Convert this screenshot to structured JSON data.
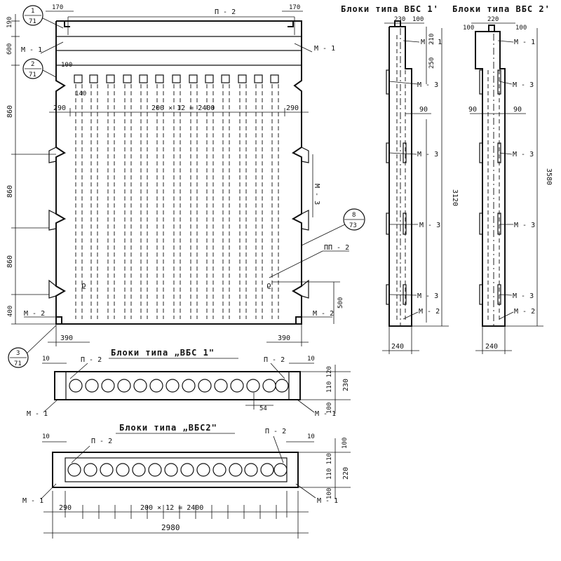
{
  "front_view": {
    "dims_top": [
      "170",
      "170"
    ],
    "top_label": "П - 2",
    "left_dims": [
      "190",
      "600",
      "860",
      "860",
      "860",
      "400"
    ],
    "row_dims": [
      "290",
      "200 × 12 = 2400",
      "290"
    ],
    "small_dim": "140",
    "mini_dim": "100",
    "callouts": [
      {
        "num": "1",
        "den": "71"
      },
      {
        "num": "2",
        "den": "71"
      },
      {
        "num": "3",
        "den": "71"
      },
      {
        "num": "8",
        "den": "73"
      }
    ],
    "labels": {
      "m1_left": "М - 1",
      "m1_right": "М - 1",
      "m2_left": "М - 2",
      "m2_right": "М - 2",
      "m3": "М - 3",
      "pp2": "ПП - 2",
      "dim_500": "500"
    },
    "bottom_dims": [
      "390",
      "390"
    ]
  },
  "side_views": {
    "vbs1": {
      "title": "Блоки типа ВБС 1'",
      "dims_top": [
        "230",
        "100"
      ],
      "dims_side": [
        "210",
        "250"
      ],
      "inner_dims": [
        "90"
      ],
      "height": "3120",
      "bottom": "240",
      "labels": [
        "М - 1",
        "М - 3",
        "М - 3",
        "М - 3",
        "М - 3",
        "М - 2"
      ]
    },
    "vbs2": {
      "title": "Блоки типа ВБС 2'",
      "dims_top": [
        "100",
        "220",
        "100"
      ],
      "inner_dims": [
        "90",
        "90"
      ],
      "height": "3580",
      "bottom": "240",
      "labels": [
        "М - 1",
        "М - 3",
        "М - 3",
        "М - 3",
        "М - 3",
        "М - 2"
      ]
    }
  },
  "plan_vbs1": {
    "title": "Блоки типа „ВБС 1\"",
    "labels": {
      "p2_left": "П - 2",
      "p2_right": "П - 2",
      "m1_left": "М - 1",
      "m1_right": "М - 1"
    },
    "dims": {
      "ten_left": "10",
      "ten_right": "10",
      "d54": "54",
      "r1": "110 120",
      "r2": "230",
      "r3": "100"
    }
  },
  "plan_vbs2": {
    "title": "Блоки типа „ВБС2\"",
    "labels": {
      "p2_left": "П - 2",
      "p2_right": "П - 2",
      "m1_left": "М - 1",
      "m1_right": "М - 1"
    },
    "dims": {
      "ten_left": "10",
      "ten_right": "10",
      "r1": "100",
      "r2": "110 110",
      "r3": "220",
      "r4": "100"
    },
    "bottom_dims": [
      "290",
      "200 × 12 = 2400"
    ],
    "total": "2980"
  }
}
